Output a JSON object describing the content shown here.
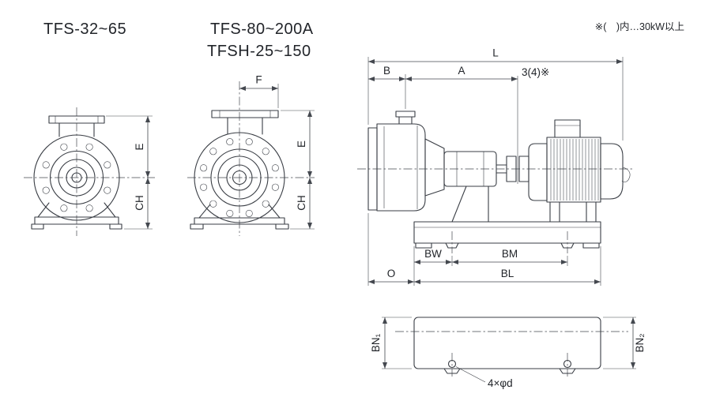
{
  "titles": {
    "model_small": "TFS-32~65",
    "model_large_1": "TFS-80~200A",
    "model_large_2": "TFSH-25~150"
  },
  "note": "※(　)内…30kW以上",
  "front_small": {
    "E": "E",
    "CH": "CH"
  },
  "front_large": {
    "F": "F",
    "E": "E",
    "CH": "CH"
  },
  "side": {
    "L": "L",
    "B": "B",
    "A": "A",
    "gap": "3(4)※",
    "BW": "BW",
    "BM": "BM",
    "O": "O",
    "BL": "BL"
  },
  "base": {
    "BN1": "BN₁",
    "BN2": "BN₂",
    "holes": "4×φd"
  },
  "colors": {
    "line": "#3a3e45",
    "text": "#22252a",
    "background": "#ffffff"
  }
}
